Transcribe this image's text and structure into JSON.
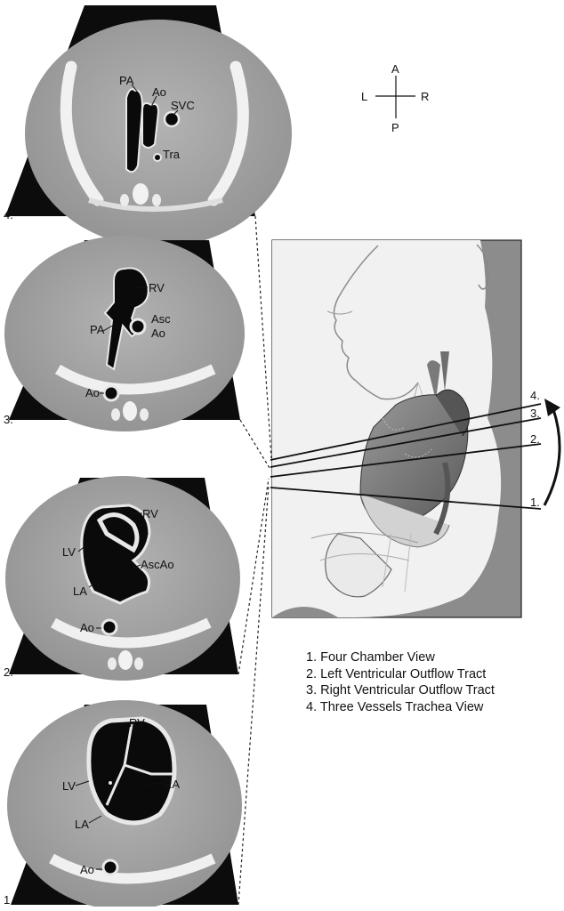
{
  "orientation": {
    "anterior": "A",
    "posterior": "P",
    "left": "L",
    "right": "R"
  },
  "panels": [
    {
      "number": "4.",
      "labels": {
        "pa": "PA",
        "ao": "Ao",
        "svc": "SVC",
        "tra": "Tra"
      }
    },
    {
      "number": "3.",
      "labels": {
        "rv": "RV",
        "pa": "PA",
        "asc_ao_1": "Asc",
        "asc_ao_2": "Ao",
        "ao": "Ao"
      }
    },
    {
      "number": "2.",
      "labels": {
        "rv": "RV",
        "lv": "LV",
        "ascao": "AscAo",
        "la": "LA",
        "ao": "Ao"
      }
    },
    {
      "number": "1",
      "labels": {
        "rv": "RV",
        "lv": "LV",
        "ra": "RA",
        "la": "LA",
        "ao": "Ao"
      }
    }
  ],
  "plane_labels": [
    "4.",
    "3.",
    "2.",
    "1."
  ],
  "legend": [
    "1. Four Chamber View",
    "2. Left Ventricular Outflow Tract",
    "3. Right Ventricular Outflow Tract",
    "4. Three Vessels Trachea View"
  ]
}
